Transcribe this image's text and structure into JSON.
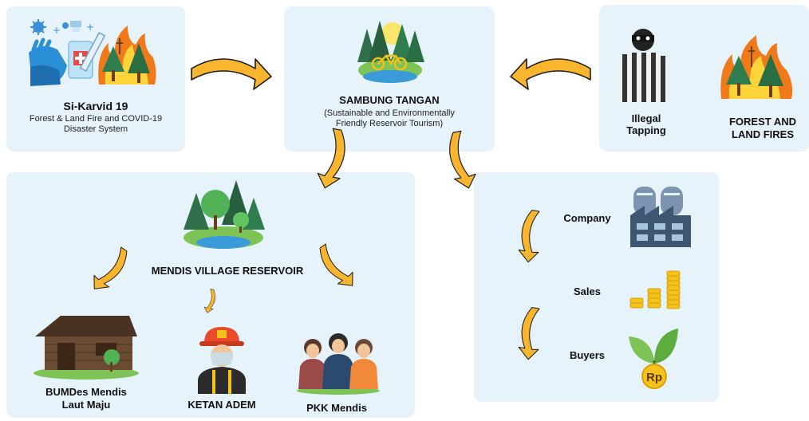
{
  "panels": {
    "si_karvid": {
      "title": "Si-Karvid 19",
      "subtitle_line1": "Forest & Land Fire and COVID-19",
      "subtitle_line2": "Disaster System"
    },
    "sambung": {
      "title": "SAMBUNG TANGAN",
      "subtitle_line1": "(Sustainable and Environmentally",
      "subtitle_line2": "Friendly Reservoir Tourism)"
    },
    "threats": {
      "illegal_line1": "Illegal",
      "illegal_line2": "Tapping",
      "fires_line1": "FOREST AND",
      "fires_line2": "LAND FIRES"
    },
    "reservoir": {
      "title": "MENDIS VILLAGE RESERVOIR",
      "bumdes_line1": "BUMDes Mendis",
      "bumdes_line2": "Laut Maju",
      "ketan": "KETAN ADEM",
      "pkk": "PKK Mendis"
    },
    "market": {
      "company": "Company",
      "sales": "Sales",
      "buyers": "Buyers",
      "currency": "Rp"
    }
  },
  "colors": {
    "panel_bg": "#e6f3fb",
    "arrow_fill": "#f9b52e",
    "arrow_stroke": "#1a1a1a",
    "fire_orange": "#f07a1a",
    "fire_yellow": "#ffd43a",
    "tree_green": "#2f7d4e"
  },
  "icons": [
    "covid-ppe-icon",
    "forest-fire-icon",
    "bicycle-forest-icon",
    "thief-icon",
    "reservoir-forest-icon",
    "wooden-house-icon",
    "firefighter-icon",
    "women-group-icon",
    "factory-icon",
    "coins-icon",
    "rupiah-leaf-icon",
    "curved-arrow-icon"
  ]
}
